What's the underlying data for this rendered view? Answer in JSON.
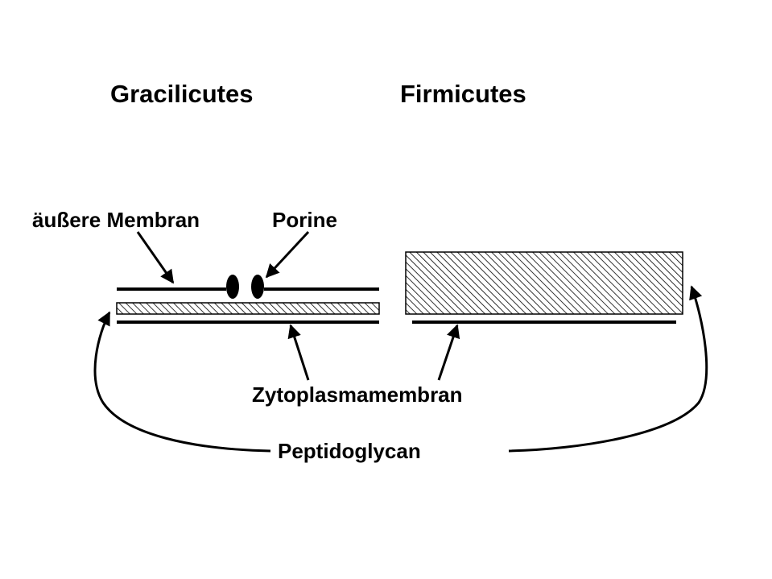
{
  "headings": {
    "left": "Gracilicutes",
    "right": "Firmicutes"
  },
  "labels": {
    "outer_membrane": "äußere Membran",
    "porins": "Porine",
    "cytoplasmic_membrane": "Zytoplasmamembran",
    "peptidoglycan": "Peptidoglycan"
  },
  "colors": {
    "ink": "#000000",
    "background": "#ffffff"
  }
}
